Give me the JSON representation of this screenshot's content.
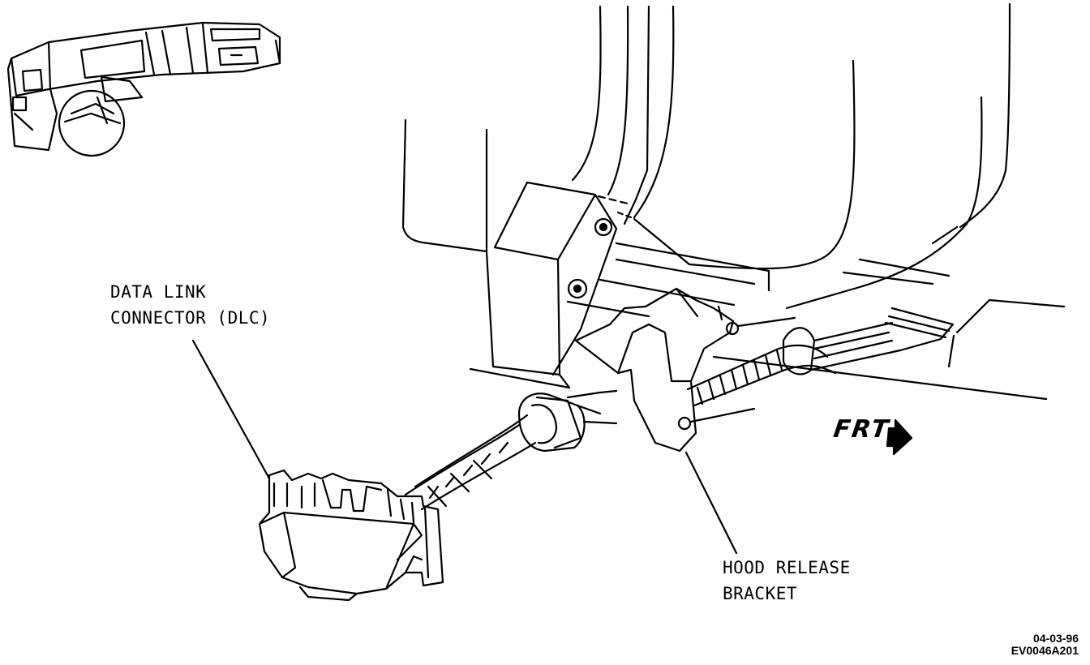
{
  "labels": {
    "dlc_line1": "DATA LINK",
    "dlc_line2": "CONNECTOR (DLC)",
    "hood_line1": "HOOD RELEASE",
    "hood_line2": "BRACKET",
    "frt": "FRT"
  },
  "footer": {
    "date": "04-03-96",
    "code": "EV0046A201"
  },
  "icons": {
    "frt_arrow": "arrow-right-icon"
  }
}
